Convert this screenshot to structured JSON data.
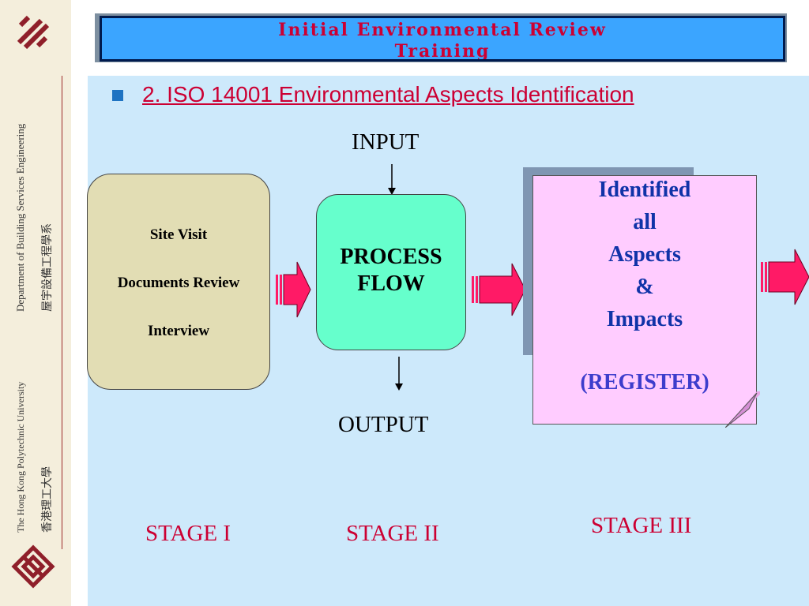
{
  "slide": {
    "title_lines": [
      "Initial Environmental Review",
      "Training"
    ],
    "heading": "2. ISO 14001 Environmental Aspects Identification"
  },
  "sidebar": {
    "department": "Department of Building Services Engineering",
    "department_zh": "屋宇設備工程學系",
    "university": "The Hong Kong Polytechnic University",
    "university_zh": "香港理工大學"
  },
  "diagram": {
    "input_label": "INPUT",
    "output_label": "OUTPUT",
    "stage1_items": [
      "Site Visit",
      "Documents Review",
      "Interview"
    ],
    "process_lines": [
      "PROCESS",
      "FLOW"
    ],
    "register_lines": [
      "Identified",
      "all",
      "Aspects",
      "&",
      "Impacts"
    ],
    "register_label": "(REGISTER)",
    "stages": [
      "STAGE I",
      "STAGE II",
      "STAGE III"
    ]
  },
  "colors": {
    "title_bg": "#3ba5ff",
    "title_text": "#cc0033",
    "panel_bg": "#cde9fb",
    "stage1_fill": "#e2ddb4",
    "process_fill": "#66ffcc",
    "register_fill": "#ffccff",
    "arrow_fill": "#ff1a66",
    "stage_text": "#cc0033",
    "register_text": "#1033a8"
  },
  "icons": [
    "polyu-logo-icon",
    "bullet-icon",
    "right-arrow-icon",
    "down-arrow-icon"
  ]
}
